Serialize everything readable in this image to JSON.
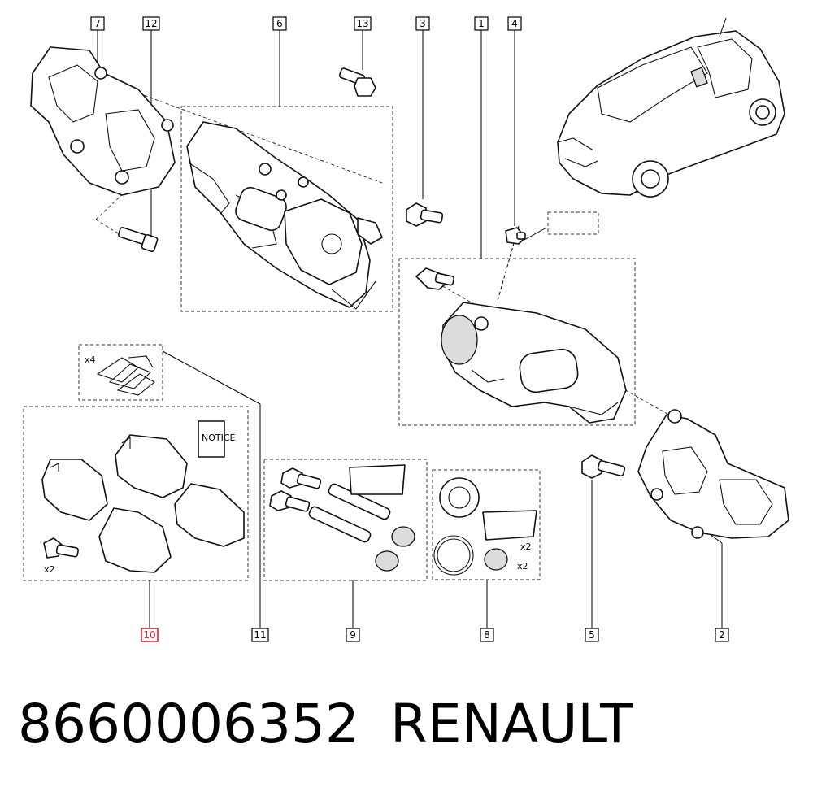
{
  "callouts": [
    {
      "id": "7",
      "highlight": false
    },
    {
      "id": "12",
      "highlight": false
    },
    {
      "id": "6",
      "highlight": false
    },
    {
      "id": "13",
      "highlight": false
    },
    {
      "id": "3",
      "highlight": false
    },
    {
      "id": "1",
      "highlight": false
    },
    {
      "id": "4",
      "highlight": false
    },
    {
      "id": "10",
      "highlight": true
    },
    {
      "id": "11",
      "highlight": false
    },
    {
      "id": "9",
      "highlight": false
    },
    {
      "id": "8",
      "highlight": false
    },
    {
      "id": "5",
      "highlight": false
    },
    {
      "id": "2",
      "highlight": false
    }
  ],
  "quantities": {
    "clips": "x4",
    "pad_bolt": "x2",
    "seal_kit_1": "x2",
    "seal_kit_2": "x2"
  },
  "notice_label": "NOTICE",
  "highlight_color": "#e0282e",
  "caption": {
    "part_number": "8660006352",
    "brand": "RENAULT"
  }
}
